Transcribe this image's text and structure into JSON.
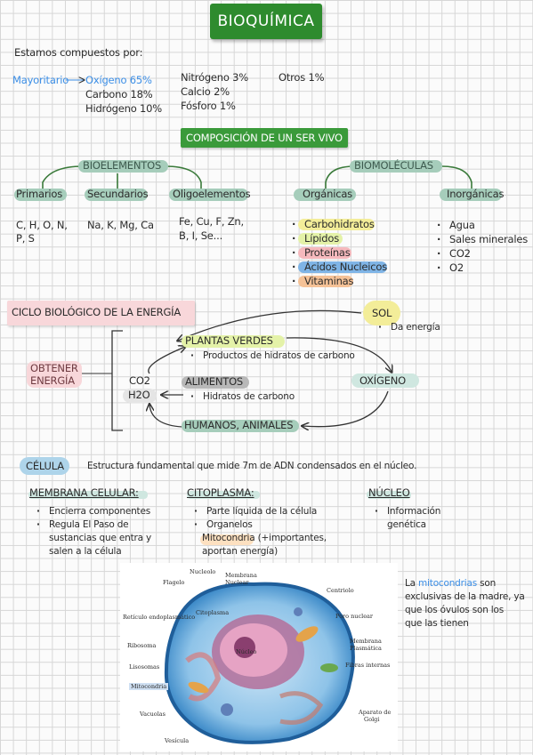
{
  "title": "BIOQUÍMICA",
  "intro": "Estamos compuestos por:",
  "composition": {
    "mayoritario": "Mayoritario",
    "col1": [
      "Oxígeno 65%",
      "Carbono 18%",
      "Hidrógeno 10%"
    ],
    "col2": [
      "Nitrógeno 3%",
      "Calcio 2%",
      "Fósforo 1%"
    ],
    "col3": [
      "Otros 1%"
    ]
  },
  "section1": "COMPOSICIÓN DE UN SER VIVO",
  "bioelementos": {
    "title": "BIOELEMENTOS",
    "primarios": {
      "label": "Primarios",
      "l1": "C, H, O, N,",
      "l2": "P, S"
    },
    "secundarios": {
      "label": "Secundarios",
      "l1": "Na, K, Mg, Ca"
    },
    "oligoelementos": {
      "label": "Oligoelementos",
      "l1": "Fe, Cu, F, Zn,",
      "l2": "B, I, Se..."
    }
  },
  "biomoleculas": {
    "title": "BIOMOLÉCULAS",
    "organicas": {
      "label": "Orgánicas",
      "items": [
        "Carbohidratos",
        "Lípidos",
        "Proteínas",
        "Ácidos Nucleicos",
        "Vitaminas"
      ]
    },
    "inorganicas": {
      "label": "Inorgánicas",
      "items": [
        "Agua",
        "Sales minerales",
        "CO2",
        "O2"
      ]
    }
  },
  "ciclo": {
    "title": "CICLO BIOLÓGICO DE LA ENERGÍA",
    "sol": "SOL",
    "sol_note": "Da energía",
    "plantas": "PLANTAS VERDES",
    "plantas_note": "Productos de hidratos de carbono",
    "oxigeno": "OXÍGENO",
    "alimentos": "ALIMENTOS",
    "alimentos_note": "Hidratos de carbono",
    "humanos": "HUMANOS, ANIMALES",
    "obtener_1": "OBTENER",
    "obtener_2": "ENERGÍA",
    "co2": "CO2",
    "h2o": "H2O"
  },
  "celula": {
    "label": "CÉLULA",
    "desc": "Estructura fundamental que mide 7m de ADN condensados en el núcleo.",
    "membrana": {
      "title": "MEMBRANA CELULAR:",
      "b1": "Encierra componentes",
      "b2": "Regula El Paso de",
      "b2a": "sustancias que entra y",
      "b2b": "salen a la célula"
    },
    "citoplasma": {
      "title": "CITOPLASMA:",
      "b1": "Parte líquida de la célula",
      "b2": "Organelos",
      "b3": "Mitocondria (+importantes,",
      "b3a": "aportan energía)"
    },
    "nucleo": {
      "title": "NÚCLEO",
      "b1": "Información",
      "b1a": "genética"
    }
  },
  "diagram_labels": {
    "nucleolo": "Nucleolo",
    "flagelo": "Flagelo",
    "membrana_nuclear_1": "Membrana",
    "membrana_nuclear_2": "Nuclear",
    "centriolo": "Centriolo",
    "citoplasma": "Citoplasma",
    "reticulo": "Retículo endoplasmático",
    "poro": "Poro nuclear",
    "ribosoma": "Ribosoma",
    "nucleo": "Núcleo",
    "membrana_plasmatica_1": "Membrana",
    "membrana_plasmatica_2": "Plasmática",
    "lisosomas": "Lisosomas",
    "fibras": "Fibras internas",
    "mitocondria": "Mitocondria",
    "vacuolas": "Vacuolas",
    "aparato_1": "Aparato de",
    "aparato_2": "Golgi",
    "vesicula": "Vesícula"
  },
  "note": {
    "l1": "La mitocondrias son",
    "l1_hl": "mitocondrias",
    "l2": "exclusivas de la madre, ya",
    "l3": "que los óvulos son los",
    "l4": "que las tienen"
  }
}
